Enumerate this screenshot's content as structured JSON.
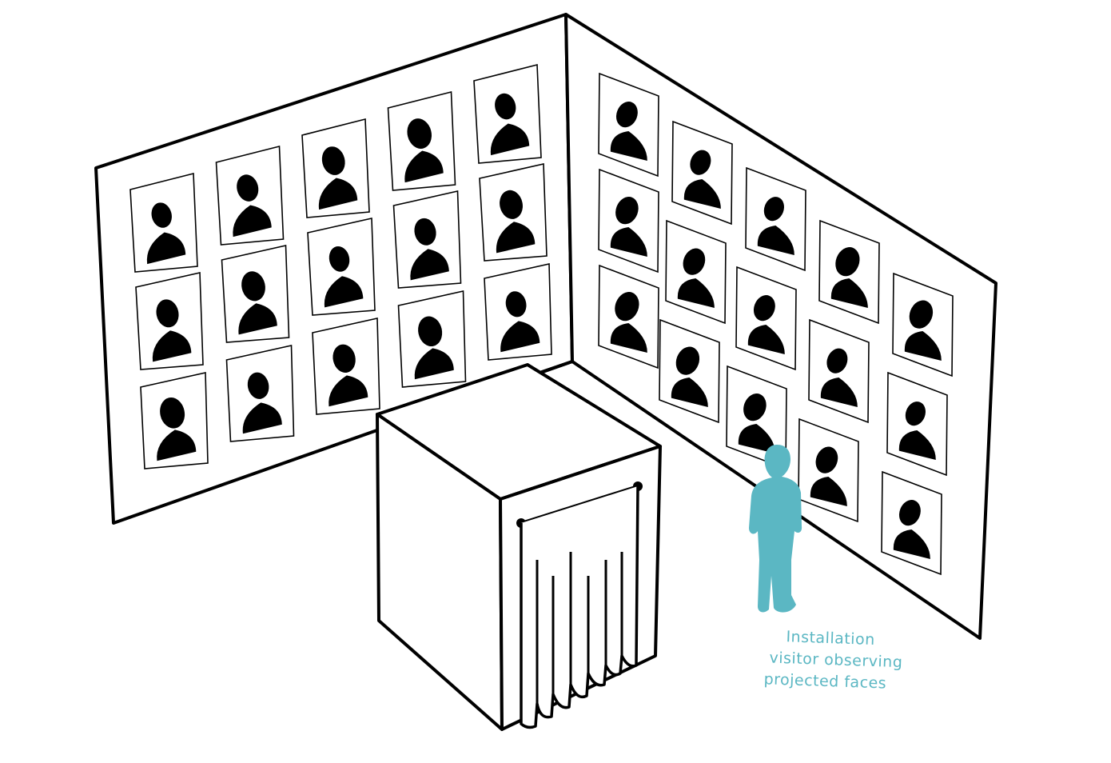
{
  "colors": {
    "ink": "#000000",
    "paper": "#ffffff",
    "accent": "#5bb7c3"
  },
  "caption": {
    "line1": "Installation",
    "line2": "visitor observing",
    "line3": "projected faces"
  },
  "icons": {
    "portrait": "person-silhouette-icon",
    "visitor": "visitor-figure-icon"
  }
}
